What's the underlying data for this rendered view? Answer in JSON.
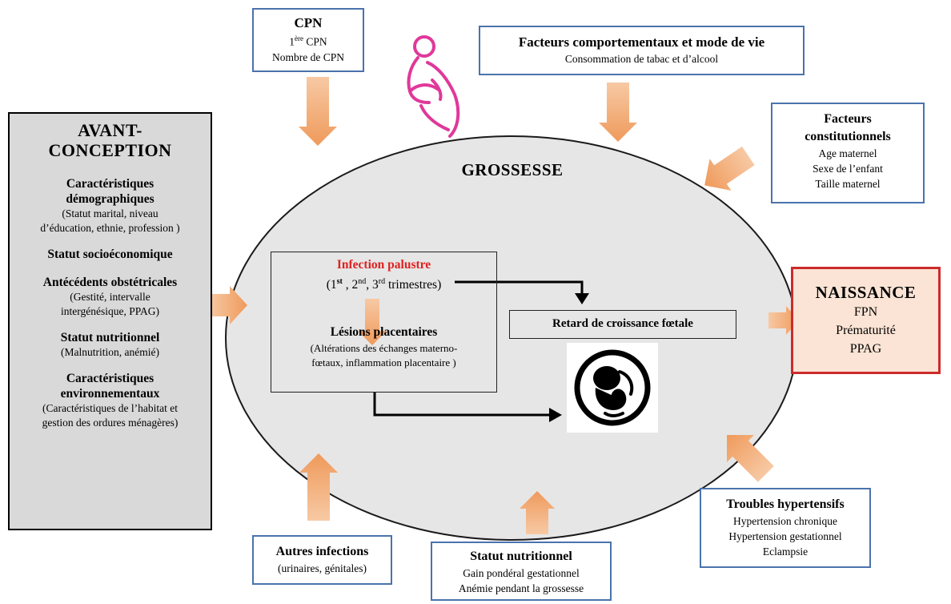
{
  "colors": {
    "ellipse_fill": "#e6e6e6",
    "box_border": "#4a73ad",
    "arrow": "#f4a460",
    "naissance_border": "#cc2b2b",
    "naissance_fill": "#fbe4d5",
    "avant_fill": "#d9d9d9",
    "infection_title": "#e02020",
    "pregnant_icon": "#e0389a"
  },
  "icons": [
    "pregnant-woman-icon",
    "fetus-icon"
  ],
  "cpn": {
    "title": "CPN",
    "line1_prefix": "1",
    "line1_sup": "ère",
    "line1_suffix": " CPN",
    "line2": "Nombre de CPN"
  },
  "comportement": {
    "title": "Facteurs comportementaux et mode de vie",
    "line1": "Consommation de tabac et d’alcool"
  },
  "constitutionnels": {
    "title_line1": "Facteurs",
    "title_line2": "constitutionnels",
    "items": [
      "Age maternel",
      "Sexe de l’enfant",
      "Taille maternel"
    ]
  },
  "avant": {
    "title_line1": "AVANT-",
    "title_line2": "CONCEPTION",
    "demo_title1": "Caractéristiques",
    "demo_title2": "démographiques",
    "demo_detail1": "(Statut marital, niveau",
    "demo_detail2": "d’éducation, ethnie, profession )",
    "socio_title": "Statut socioéconomique",
    "obst_title": "Antécédents obstétricales",
    "obst_detail1": "(Gestité, intervalle",
    "obst_detail2": "intergénésique, PPAG)",
    "nutri_title": "Statut nutritionnel",
    "nutri_detail": "(Malnutrition, anémié)",
    "env_title1": "Caractéristiques",
    "env_title2": "environnementaux",
    "env_detail1": "(Caractéristiques de l’habitat et",
    "env_detail2": "gestion des ordures ménagères)"
  },
  "grossesse": {
    "title": "GROSSESSE",
    "infection_title": "Infection palustre",
    "tri_open": "(1",
    "tri_sup1": "st",
    "tri_mid1": " , 2",
    "tri_sup2": "nd",
    "tri_mid2": ", 3",
    "tri_sup3": "rd",
    "tri_end": " trimestres)",
    "lesions_title": "Lésions placentaires",
    "lesions_detail1": "(Altérations des échanges materno-",
    "lesions_detail2": "fœtaux, inflammation placentaire )",
    "retard": "Retard de croissance fœtale"
  },
  "naissance": {
    "title": "NAISSANCE",
    "items": [
      "FPN",
      "Prématurité",
      "PPAG"
    ]
  },
  "hypertensifs": {
    "title": "Troubles hypertensifs",
    "items": [
      "Hypertension chronique",
      "Hypertension gestationnel",
      "Eclampsie"
    ]
  },
  "autres": {
    "title": "Autres infections",
    "detail": "(urinaires, génitales)"
  },
  "statut_nutri": {
    "title": "Statut nutritionnel",
    "items": [
      "Gain pondéral gestationnel",
      "Anémie pendant la grossesse"
    ]
  }
}
